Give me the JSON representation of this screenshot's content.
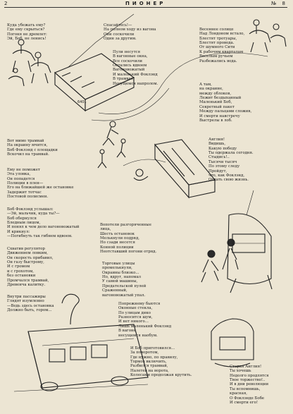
{
  "header": {
    "page_number": "2",
    "magazine_title": "ПИОНЕР",
    "issue_number": "№ 8"
  },
  "poem": {
    "stanza_1": [
      "Куда убежать ему?",
      "Где ему скрыться?",
      "Погоня не дремлет:",
      "Эй, Боб, не ленись!"
    ],
    "stanza_2": [
      "Спасайтесь!—",
      "На полном ходу из вагона",
      "Они соскочили",
      "Один за другим."
    ],
    "stanza_3": [
      "Пули несутся",
      "В вагонные окна,",
      "Все соскочили",
      "Остались вдвоем",
      "Вагоновожатый",
      "И маленький Фоклэнд",
      "В трамвае,",
      "Несущемся напролом."
    ],
    "stanza_4": [
      "Весеннее солнце",
      "Над Лондоном встало,",
      "Блестят тротуары,",
      "Блестят провода.",
      "От шумного Сити",
      "К рабочим кварталам",
      "Веселым ручьем",
      "Разбежались вода."
    ],
    "stanza_5": [
      "А там,",
      "на окраине,",
      "между облоков,",
      "Лежит бездыханный",
      "Маленький Боб,",
      "Секретный пакет",
      "Между пальцами сложив,",
      "И смерти навстречу",
      "Выстрелы в лоб."
    ],
    "stanza_6": [
      "Вот мимо трамвай",
      "На окраину мчится,",
      "Боб Фоклэнд с площадки",
      "Вскочил на трамвай."
    ],
    "stanza_7": [
      "Англия!",
      "Видишь,",
      "Какую победу",
      "Ты одержала сегодня.",
      "Стыдись!..",
      "Тысячи тысяч",
      "По этому следу",
      "Пройдут,",
      "что, как Фоклэнд,",
      "Отдать свою жизнь."
    ],
    "stanza_8": [
      "Ему не поможет",
      "Эта уловка,",
      "Он попадется",
      "Полиции в плен—",
      "Его на ближайшей же остановке",
      "Задержит тотчас",
      "Постовой полисмен."
    ],
    "stanza_9": [
      "Боб Фоклэнд услышал:",
      "—Эй, мальчик, куда ты?—",
      "Боб обернулся",
      "Бледным лицом,",
      "И понял к чем дело вагоновожатый",
      "И крикнул:",
      "—Погибнуть так гибнем вдвоем."
    ],
    "stanza_10": [
      "Вопотели разгоряченные",
      "лица,",
      "Шесть остановок",
      "Мелькнули подряд,",
      "Но сзади несется",
      "Конной полиции",
      "Неотставший погони отряд."
    ],
    "stanza_11": [
      "Схватив регулятор",
      "Движением ловким,",
      "Он скорость прибавил,",
      "Он газу быстрому,",
      "И с громом",
      "и с грохотом,",
      "без остановки",
      "Промчался трамвай,",
      "Древенча калитку."
    ],
    "stanza_12": [
      "Торговые улицы",
      "промелькнули,",
      "Окраины близко...",
      "Но, вдруг, напомал",
      "У самой машины,",
      "Предательской пулей",
      "Сраженный,",
      "вагоновожатый упал."
    ],
    "stanza_13": [
      "Внутри пассажиры",
      "Глядят изумленно",
      "—Ведь здесь остановка",
      "Должно быть, гором..."
    ],
    "stanza_14": [
      "Попрежнему бьются",
      "Оконные стекла,",
      "По улицам дико",
      "Разносится шум,",
      "И нет никого...",
      "Лишь маленький Фоклэнд",
      "В вагоне",
      "несущемся наобум."
    ],
    "stanza_15": [
      "И Боб приготовился...",
      "За поворотом,",
      "Где нужно, по правилу,",
      "Тормоз включить,",
      "Разбился трамвай,",
      "Налетев на ворота,",
      "Колесами продолжая крутить."
    ],
    "stanza_16": [
      "Старая Англия!",
      "Ты хочешь",
      "Недолго продлятся",
      "Твое торжество!..",
      "И в дни революции",
      "Ты вспомнишь,",
      "красная,",
      "О Фоклэнде Бобе",
      "И смерти его!"
    ]
  },
  "illustration_labels": {
    "car_number_1": "6401"
  }
}
